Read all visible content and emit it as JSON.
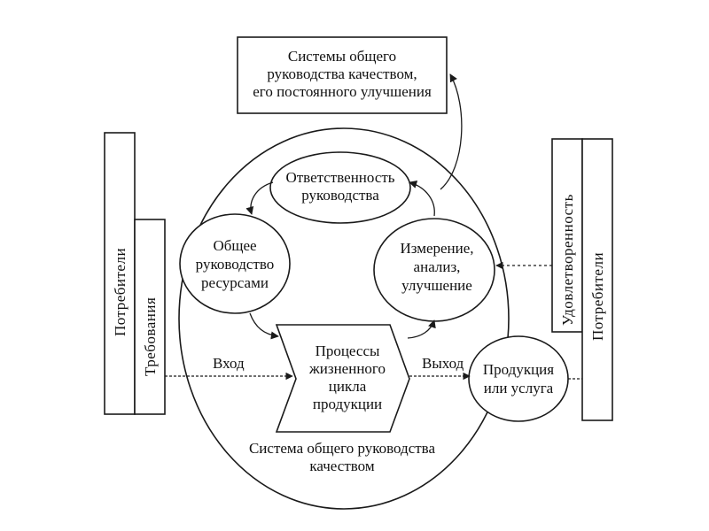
{
  "top_box": {
    "line1": "Системы общего",
    "line2": "руководства качеством,",
    "line3": "его постоянного улучшения"
  },
  "responsibility": {
    "line1": "Ответственность",
    "line2": "руководства"
  },
  "resources": {
    "line1": "Общее",
    "line2": "руководство",
    "line3": "ресурсами"
  },
  "measurement": {
    "line1": "Измерение,",
    "line2": "анализ,",
    "line3": "улучшение"
  },
  "processes": {
    "line1": "Процессы",
    "line2": "жизненного",
    "line3": "цикла",
    "line4": "продукции"
  },
  "product": {
    "line1": "Продукция",
    "line2": "или услуга"
  },
  "input_label": "Вход",
  "output_label": "Выход",
  "system_caption": {
    "line1": "Система общего руководства",
    "line2": "качеством"
  },
  "left_consumers": "Потребители",
  "left_requirements": "Требования",
  "right_satisfaction": "Удовлетворенность",
  "right_consumers": "Потребители"
}
